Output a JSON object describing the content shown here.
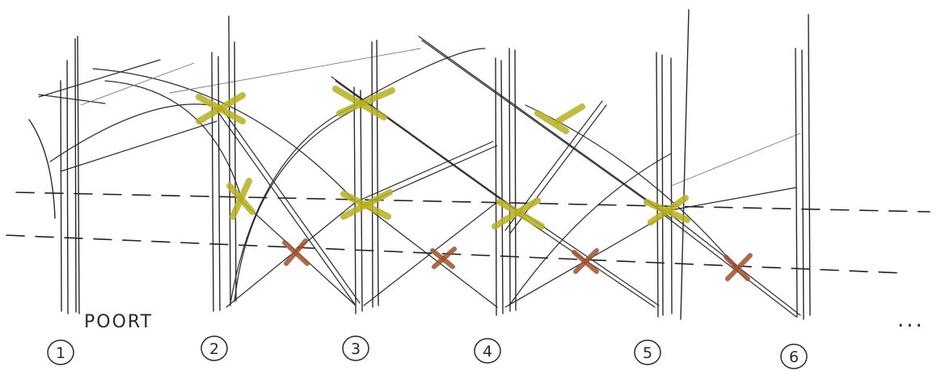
{
  "gate_label": "POORT",
  "poles": [
    {
      "number": "1"
    },
    {
      "number": "2"
    },
    {
      "number": "3"
    },
    {
      "number": "4"
    },
    {
      "number": "5"
    },
    {
      "number": "6"
    }
  ],
  "continuation": "...",
  "colors": {
    "ink": "#2a2a2a",
    "yellow_binding": "#b8b020",
    "brown_binding": "#a0522d"
  }
}
